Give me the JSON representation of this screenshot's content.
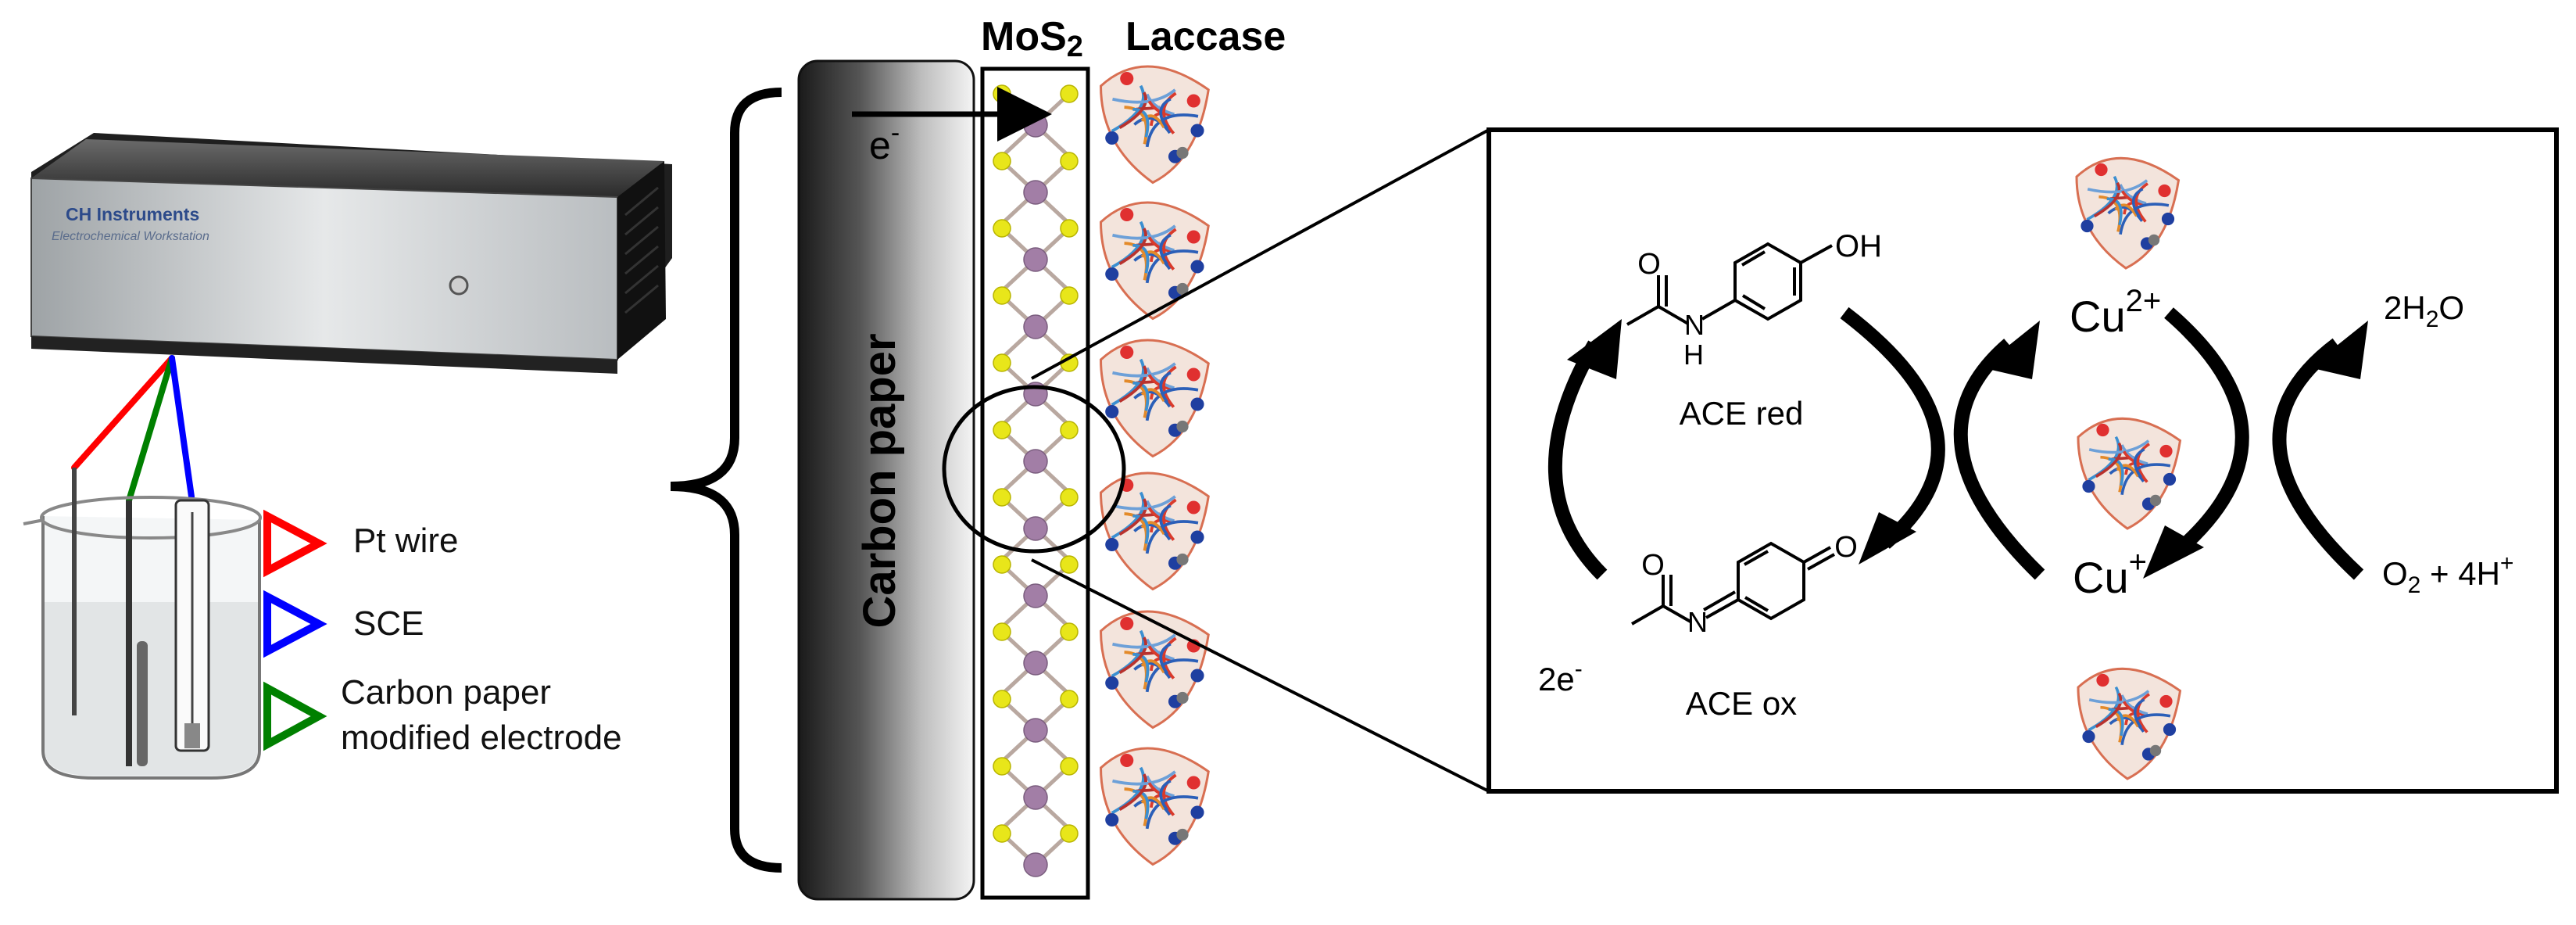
{
  "instrument": {
    "brand": "CH Instruments",
    "subtitle": "Electrochemical Workstation"
  },
  "electrode_legend": [
    {
      "label": "Pt wire",
      "color": "#ff0000"
    },
    {
      "label": "SCE",
      "color": "#0000ff"
    },
    {
      "label": "Carbon paper",
      "label2": "modified electrode",
      "color": "#008000"
    }
  ],
  "electrode": {
    "carbon_paper_label": "Carbon paper",
    "mos2_label": "MoS",
    "mos2_subscript": "2",
    "laccase_label": "Laccase",
    "electron_label": "e",
    "electron_superscript": "-"
  },
  "reaction": {
    "ace_red_label": "ACE red",
    "ace_ox_label": "ACE ox",
    "oh_label": "OH",
    "nh_label": "H",
    "n_label": "N",
    "n_label2": "N",
    "o_label": "O",
    "two_e": "2e",
    "two_e_sup": "-",
    "cu2_base": "Cu",
    "cu2_sup": "2+",
    "cu1_base": "Cu",
    "cu1_sup": "+",
    "water": {
      "a": "2H",
      "sub": "2",
      "b": "O"
    },
    "oxygen": {
      "a": "O",
      "sub": "2",
      "b": " + 4H",
      "sup": "+"
    }
  },
  "colors": {
    "pt_wire": "#ff0000",
    "sce": "#0000ff",
    "carbon_electrode": "#008000",
    "sulfur": "#e8e61a",
    "molybdenum": "#a27ea6"
  }
}
